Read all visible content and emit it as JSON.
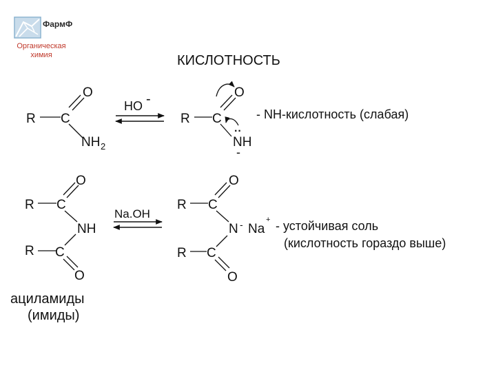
{
  "header": {
    "brand": "ФармФ",
    "dept_line1": "Органическая",
    "dept_line2": "химия"
  },
  "title": "КИСЛОТНОСТЬ",
  "atoms": {
    "R": "R",
    "C": "C",
    "O": "O",
    "N": "N",
    "NH": "NH",
    "NH2_main": "NH",
    "NH2_sub": "2",
    "Na": "Na",
    "plus": "+",
    "minus": "-",
    "lone_pair": "··"
  },
  "reagents": {
    "hydroxide": "HO",
    "hydroxide_charge": "-",
    "naoh": "Na.OH"
  },
  "notes": {
    "amide_acidity": "- NH-кислотность (слабая)",
    "salt_line1": "- устойчивая соль",
    "salt_line2": "(кислотность гораздо выше)",
    "imide_label1": "ациламиды",
    "imide_label2": "(имиды)"
  },
  "colors": {
    "accent": "#c0392b",
    "logo_blue": "#7aa7c7",
    "ink": "#111111"
  }
}
